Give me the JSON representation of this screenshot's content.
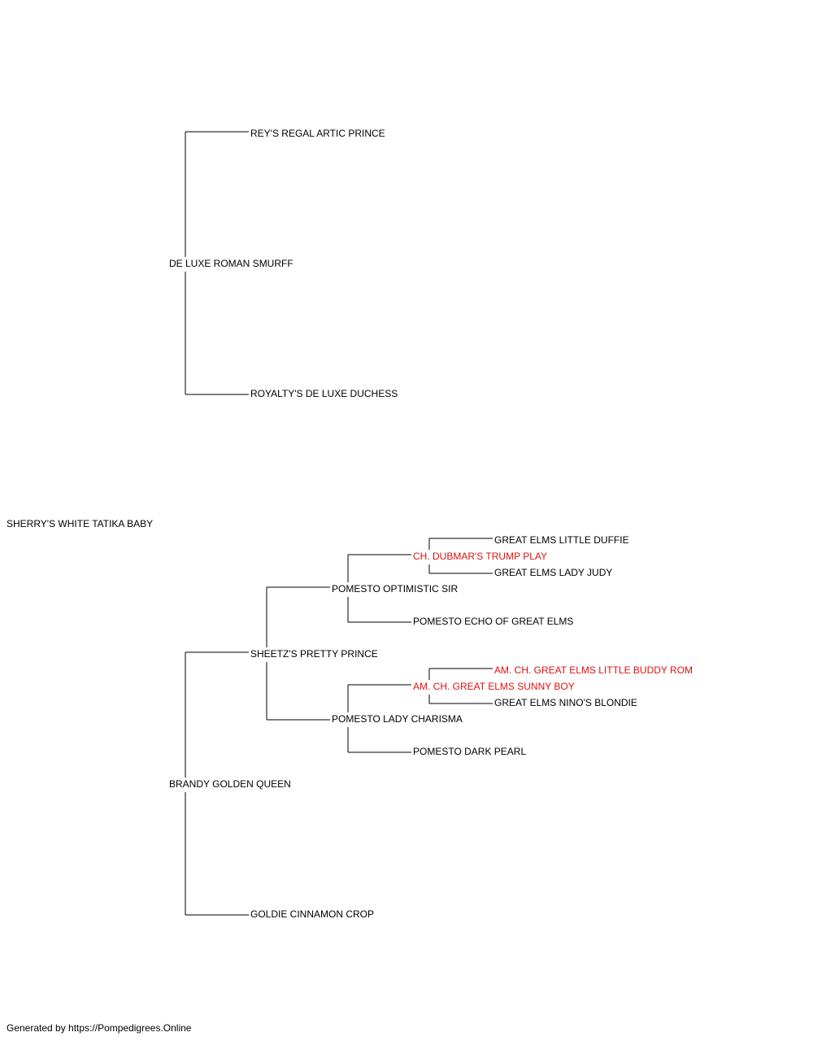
{
  "pedigree": {
    "subject": {
      "name": "SHERRY'S WHITE TATIKA BABY",
      "champion": false
    },
    "sire": {
      "name": "DE LUXE ROMAN SMURFF",
      "champion": false
    },
    "sire_sire": {
      "name": "REY'S REGAL ARTIC PRINCE",
      "champion": false
    },
    "sire_dam": {
      "name": "ROYALTY'S DE LUXE DUCHESS",
      "champion": false
    },
    "dam": {
      "name": "BRANDY GOLDEN QUEEN",
      "champion": false
    },
    "dam_sire": {
      "name": "SHEETZ'S PRETTY PRINCE",
      "champion": false
    },
    "dam_dam": {
      "name": "GOLDIE CINNAMON CROP",
      "champion": false
    },
    "dam_sire_sire": {
      "name": "POMESTO OPTIMISTIC SIR",
      "champion": false
    },
    "dam_sire_dam": {
      "name": "POMESTO LADY CHARISMA",
      "champion": false
    },
    "dam_sire_sire_sire": {
      "name": "CH. DUBMAR'S TRUMP PLAY",
      "champion": true
    },
    "dam_sire_sire_dam": {
      "name": "POMESTO ECHO OF GREAT ELMS",
      "champion": false
    },
    "dam_sire_dam_sire": {
      "name": "AM. CH. GREAT ELMS SUNNY BOY",
      "champion": true
    },
    "dam_sire_dam_dam": {
      "name": "POMESTO DARK PEARL",
      "champion": false
    },
    "dam_sire_sire_sire_sire": {
      "name": "GREAT ELMS LITTLE DUFFIE",
      "champion": false
    },
    "dam_sire_sire_sire_dam": {
      "name": "GREAT ELMS LADY JUDY",
      "champion": false
    },
    "dam_sire_dam_sire_sire": {
      "name": "AM. CH. GREAT ELMS LITTLE BUDDY ROM",
      "champion": true
    },
    "dam_sire_dam_sire_dam": {
      "name": "GREAT ELMS NINO'S BLONDIE",
      "champion": false
    }
  },
  "colors": {
    "champion": "#e01010",
    "normal": "#000000",
    "line": "#000000"
  },
  "footer": {
    "text": "Generated by https://Pompedigrees.Online"
  }
}
